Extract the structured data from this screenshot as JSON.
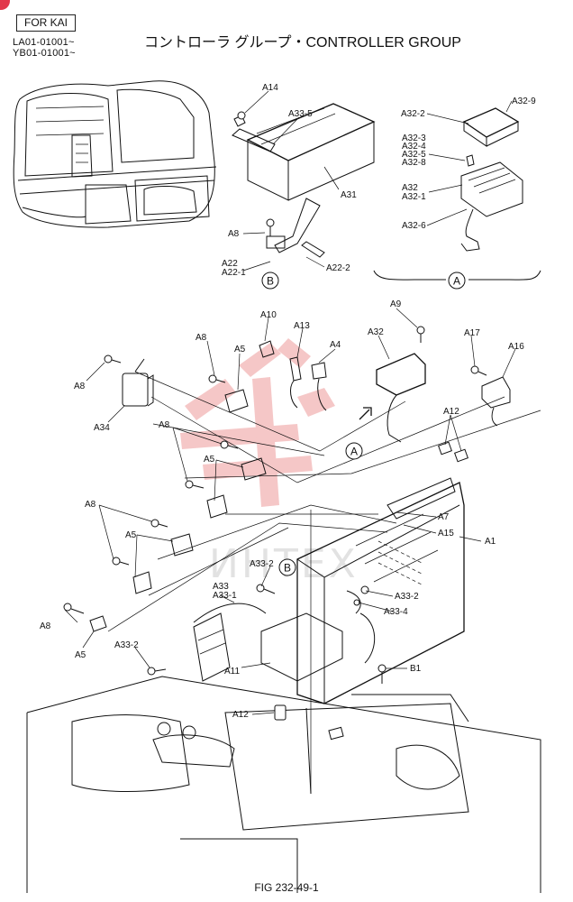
{
  "header": {
    "badge": "FOR KAI",
    "serial_1": "LA01-01001~",
    "serial_2": "YB01-01001~",
    "title": "コントローラ グループ・CONTROLLER GROUP"
  },
  "footer": {
    "figure_id": "FIG 232-49-1"
  },
  "callouts": {
    "A14": "A14",
    "A33_5": "A33-5",
    "A31": "A31",
    "A8": "A8",
    "A22": "A22",
    "A22_1": "A22-1",
    "A22_2": "A22-2",
    "B": "B",
    "A32_2": "A32-2",
    "A32_9": "A32-9",
    "A32_3": "A32-3",
    "A32_4": "A32-4",
    "A32_5": "A32-5",
    "A32_8": "A32-8",
    "A32": "A32",
    "A32_1": "A32-1",
    "A32_6": "A32-6",
    "A": "A",
    "A9": "A9",
    "A10": "A10",
    "A13": "A13",
    "A4": "A4",
    "A5": "A5",
    "A17": "A17",
    "A16": "A16",
    "A34": "A34",
    "A12": "A12",
    "A7": "A7",
    "A15": "A15",
    "A1": "A1",
    "A33_2": "A33-2",
    "A33": "A33",
    "A33_1": "A33-1",
    "A33_4": "A33-4",
    "A11": "A11",
    "B1": "B1"
  },
  "watermark": {
    "text": "ИНТЕХ",
    "color": "#f2b5b5"
  }
}
